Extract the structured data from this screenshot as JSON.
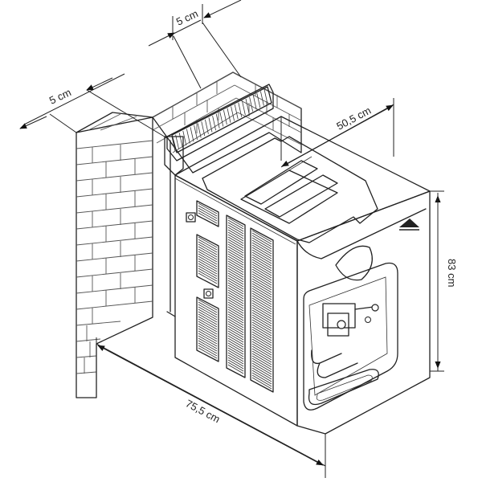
{
  "dimensions": {
    "wall_gap_top": "5 cm",
    "wall_gap_side": "5 cm",
    "depth": "50,5 cm",
    "height": "83 cm",
    "width": "75,5 cm"
  },
  "colors": {
    "line": "#222222",
    "brick": "#555555",
    "background": "#ffffff"
  }
}
